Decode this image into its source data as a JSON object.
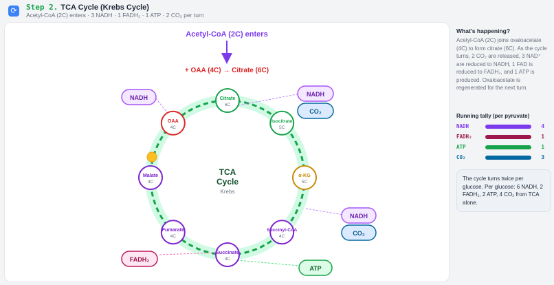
{
  "header": {
    "icon": "refresh-icon",
    "step_label": "Step 2.",
    "title": "TCA Cycle (Krebs Cycle)",
    "subtitle": "Acetyl-CoA (2C) enters · 3 NADH · 1 FADH₂ · 1 ATP · 2 CO₂ per turn"
  },
  "diagram": {
    "entry_label": "Acetyl-CoA (2C) enters",
    "reaction": "+ OAA (4C) → Citrate (6C)",
    "center": {
      "title_line1": "TCA",
      "title_line2": "Cycle",
      "subtitle": "Krebs"
    },
    "nodes": [
      {
        "name": "Citrate",
        "carbons": "6C",
        "color": "#16a34a"
      },
      {
        "name": "Isocitrate",
        "carbons": "5C",
        "color": "#16a34a"
      },
      {
        "name": "α-KG",
        "carbons": "5C",
        "color": "#ca8a04"
      },
      {
        "name": "Succinyl-CoA",
        "carbons": "4C",
        "color": "#7e22ce"
      },
      {
        "name": "Succinate",
        "carbons": "4C",
        "color": "#7e22ce"
      },
      {
        "name": "Fumarate",
        "carbons": "4C",
        "color": "#7e22ce"
      },
      {
        "name": "Malate",
        "carbons": "4C",
        "color": "#7e22ce"
      },
      {
        "name": "OAA",
        "carbons": "4C",
        "color": "#dc2626"
      }
    ],
    "products": {
      "nadh": "NADH",
      "co2": "CO₂",
      "atp": "ATP",
      "fadh2": "FADH₂"
    }
  },
  "sidebar": {
    "title": "What's happening?",
    "body": "Acetyl-CoA (2C) joins oxaloacetate (4C) to form citrate (6C). As the cycle turns, 2 CO₂ are released, 3 NAD⁺ are reduced to NADH, 1 FAD is reduced to FADH₂, and 1 ATP is produced. Oxaloacetate is regenerated for the next turn.",
    "tally_title": "Running tally (per pyruvate)",
    "tally": [
      {
        "label": "NADH",
        "value": "4",
        "color": "#7c3aed"
      },
      {
        "label": "FADH₂",
        "value": "1",
        "color": "#9d174d"
      },
      {
        "label": "ATP",
        "value": "1",
        "color": "#16a34a"
      },
      {
        "label": "CO₂",
        "value": "3",
        "color": "#0369a1"
      }
    ],
    "note": "The cycle turns twice per glucose. Per glucose: 6 NADH, 2 FADH₂, 2 ATP, 4 CO₂ from TCA alone."
  }
}
